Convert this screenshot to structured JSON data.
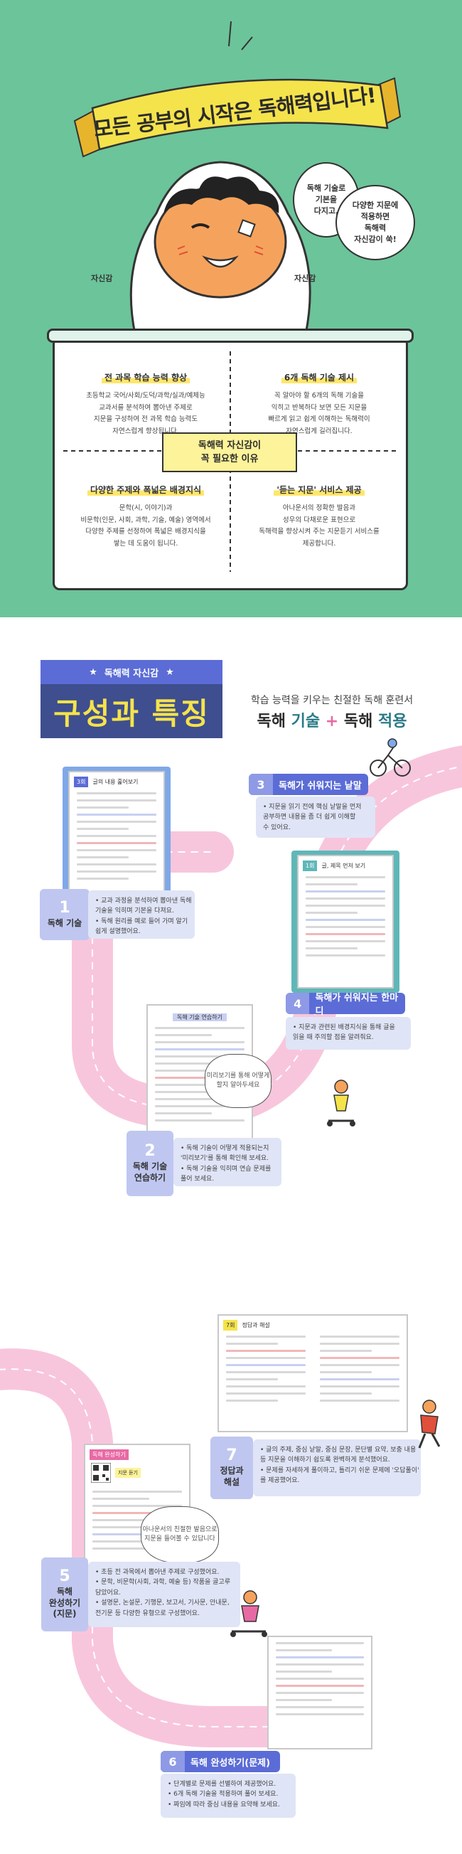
{
  "hero": {
    "title": "모든 공부의 시작은 독해력입니다!",
    "bubble_left": [
      "독해 기술로",
      "기본을",
      "다지고,"
    ],
    "bubble_right": [
      "다양한 지문에",
      "적용하면",
      "독해력",
      "자신감이 쑥!"
    ],
    "arm_left": "자신감",
    "arm_right": "자신감",
    "center_badge": [
      "독해력 자신감이",
      "꼭 필요한 이유"
    ],
    "features": [
      {
        "title": "전 과목 학습 능력 향상",
        "body": [
          "초등학교 국어/사회/도덕/과학/실과/예체능",
          "교과서를 분석하여 뽑아낸 주제로",
          "지문을 구성하여 전 과목 학습 능력도",
          "자연스럽게 향상됩니다."
        ]
      },
      {
        "title": "6개 독해 기술 제시",
        "body": [
          "꼭 알아야 할 6개의 독해 기술을",
          "익히고 반복하다 보면 모든 지문을",
          "빠르게 읽고 쉽게 이해하는 독해력이",
          "자연스럽게 길러집니다."
        ]
      },
      {
        "title": "다양한 주제와 폭넓은 배경지식",
        "body": [
          "문학(시, 이야기)과",
          "비문학(인문, 사회, 과학, 기술, 예술) 영역에서",
          "다양한 주제를 선정하여 폭넓은 배경지식을",
          "쌓는 데 도움이 됩니다."
        ]
      },
      {
        "title": "'듣는 지문' 서비스 제공",
        "body": [
          "아나운서의 정확한 발음과",
          "성우의 다채로운 표현으로",
          "독해력을 향상시켜 주는 지문듣기 서비스를",
          "제공합니다."
        ]
      }
    ]
  },
  "section": {
    "brand_top": "독해력 자신감",
    "brand_main": "구성과 특징",
    "subtitle": "학습 능력을 키우는 친절한 독해 훈련서",
    "headline_a": "독해 ",
    "headline_b": "기술",
    "headline_plus": " + ",
    "headline_c": "독해 ",
    "headline_d": "적용"
  },
  "features": [
    {
      "num": "1",
      "title": "독해 기술",
      "lines": [
        "• 교과 과정을 분석하여 뽑아낸 독해",
        "  기술을 익히며 기본을 다져요.",
        "• 독해 원리를 예로 들어 가며 알기",
        "  쉽게 설명했어요."
      ]
    },
    {
      "num": "2",
      "title": "독해 기술\n연습하기",
      "lines": [
        "• 독해 기술이 어떻게 적용되는지",
        "  '미리보기'를 통해 확인해 보세요.",
        "• 독해 기술을 익히며 연습 문제를",
        "  풀어 보세요."
      ]
    },
    {
      "num": "3",
      "title": "독해가 쉬워지는 낱말",
      "lines": [
        "• 지문을 읽기 전에 핵심 낱말을 먼저",
        "  공부하면 내용을 좀 더 쉽게 이해할",
        "  수 있어요."
      ]
    },
    {
      "num": "4",
      "title": "독해가 쉬워지는 한마디",
      "lines": [
        "• 지문과 관련된 배경지식을 통해 글을",
        "  읽을 때 주의할 점을 알려줘요."
      ]
    },
    {
      "num": "5",
      "title": "독해\n완성하기\n(지문)",
      "lines": [
        "• 초등 전 과목에서 뽑아낸 주제로 구성했어요.",
        "• 문학, 비문학(사회, 과학, 예술 등) 작품을 골고루",
        "  담았어요.",
        "• 설명문, 논설문, 기행문, 보고서, 기사문, 안내문,",
        "  전기문 등 다양한 유형으로 구성했어요."
      ]
    },
    {
      "num": "6",
      "title": "독해 완성하기(문제)",
      "lines": [
        "• 단계별로 문제를 선별하여 제공했어요.",
        "• 6개 독해 기술을 적용하여 풀어 보세요.",
        "• 짜임에 따라 중심 내용을 요약해 보세요."
      ]
    },
    {
      "num": "7",
      "title": "정답과\n해설",
      "lines": [
        "• 글의 주제, 중심 낱말, 중심 문장, 문단별 요약, 보충 내용",
        "  등 지문을 이해하기 쉽도록 완벽하게 분석했어요.",
        "• 문제를 자세하게 풀이하고, 틀리기 쉬운 문제에 '오답풀이'",
        "  를 제공했어요."
      ]
    }
  ],
  "book_labels": {
    "b1_head": "3회",
    "b1_title": "글의 내용 훑어보기",
    "b2_head": "독해 기술 연습하기",
    "b3_head": "1회",
    "b3_title": "글, 제목 먼저 보기",
    "b5_head": "독해 완성하기",
    "b5_badge": "지문 듣기",
    "b7_head": "정답과 해설",
    "b7_num": "7회"
  },
  "clouds": {
    "c1": "미리보기를 통해 어떻게 할지 알아두세요",
    "c2": "아나운서의 친절한 발음으로 지문을 들어볼 수 있답니다"
  },
  "colors": {
    "hero_bg": "#6cc49a",
    "road": "#f8c6dc",
    "brand": "#3e4e8e",
    "accent": "#5b6cd6"
  }
}
